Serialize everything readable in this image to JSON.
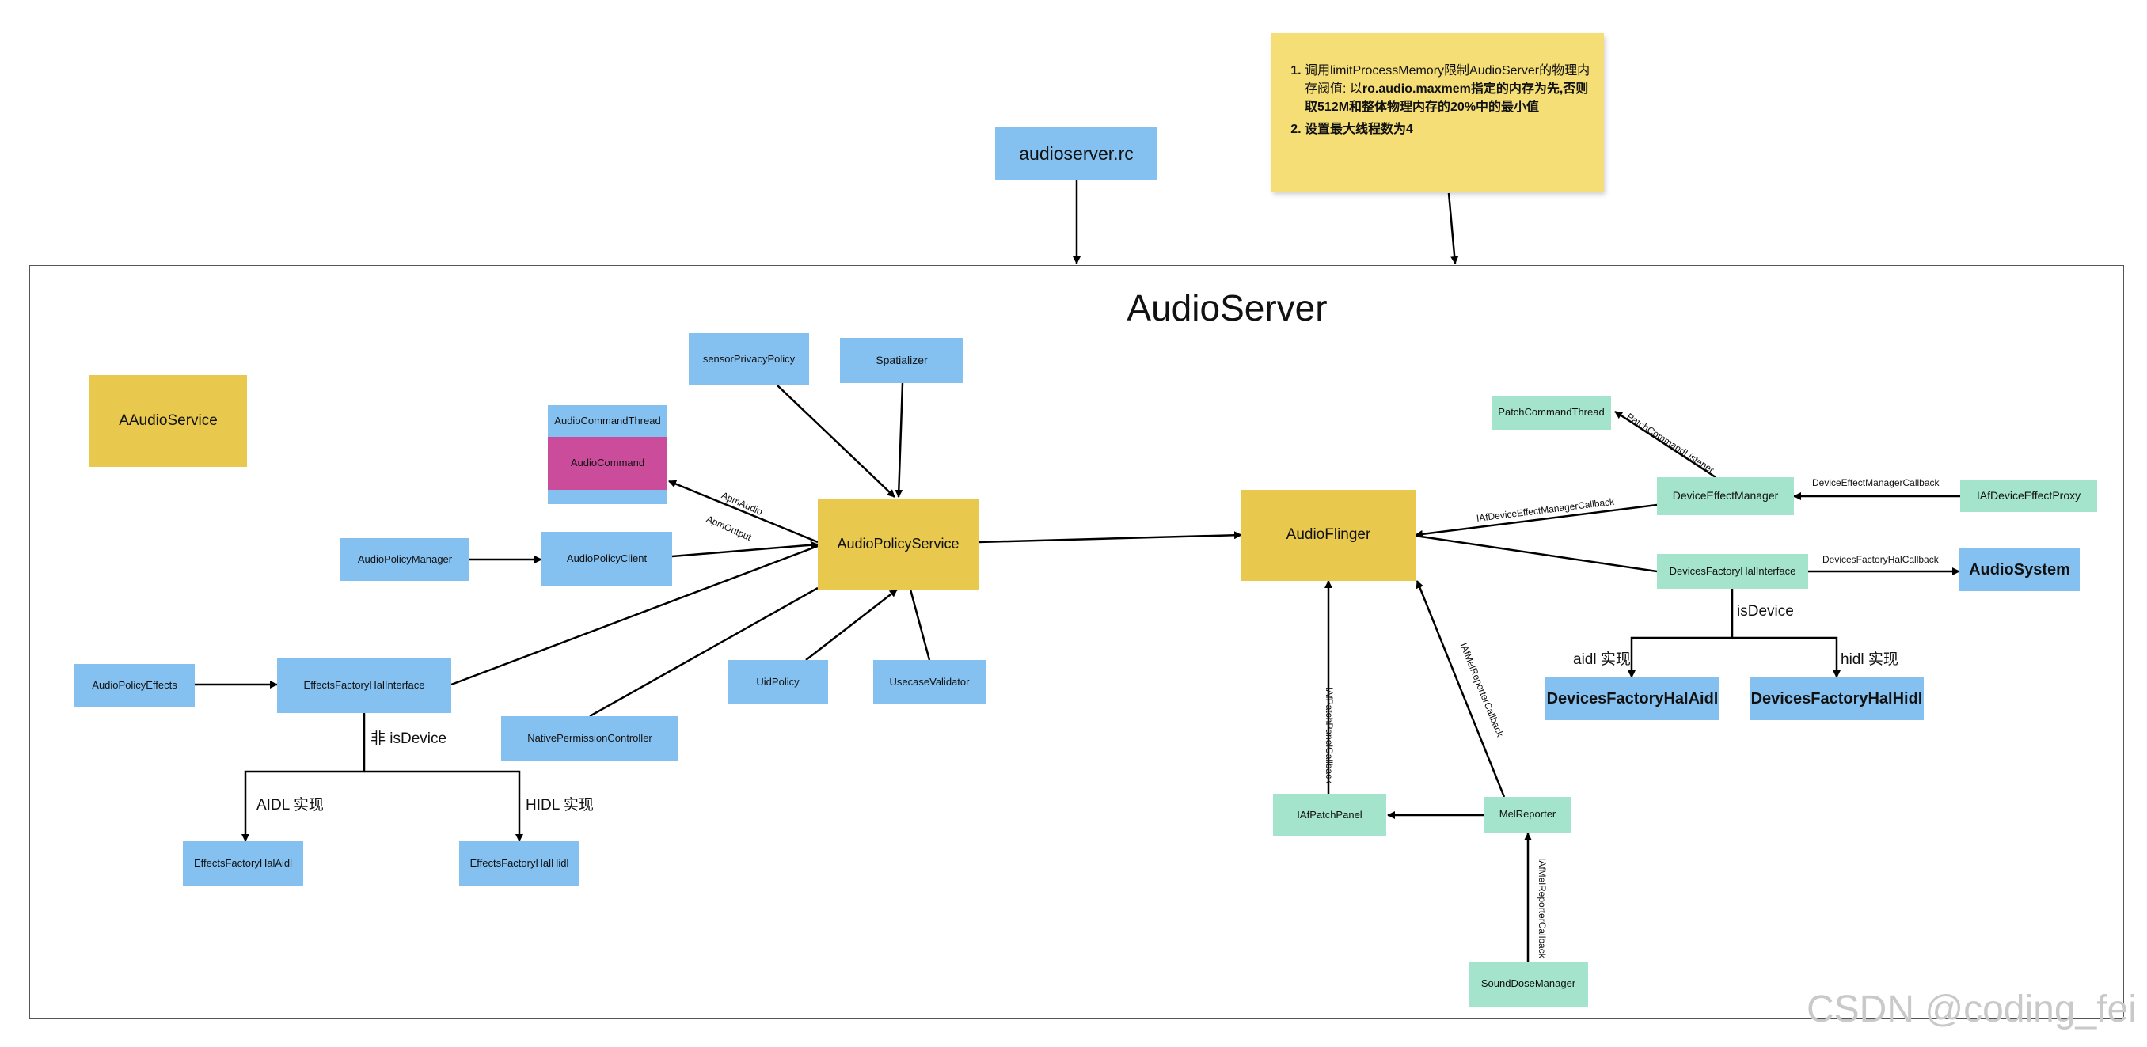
{
  "title": "AudioServer",
  "note": {
    "item1_a": "调用limitProcessMemory限制AudioServer的物理内存阀值: 以",
    "item1_b": "ro.audio.maxmem指定的内存为先,否则取512M和整体物理内存的20%中的最小值",
    "item2": "设置最大线程数为4"
  },
  "nodes": {
    "audioserver_rc": "audioserver.rc",
    "aaudio_service": "AAudioService",
    "sensor_privacy_policy": "sensorPrivacyPolicy",
    "spatializer": "Spatializer",
    "audio_command_thread": "AudioCommandThread",
    "audio_command": "AudioCommand",
    "audio_policy_manager": "AudioPolicyManager",
    "audio_policy_client": "AudioPolicyClient",
    "audio_policy_service": "AudioPolicyService",
    "audio_policy_effects": "AudioPolicyEffects",
    "effects_factory_hal_interface": "EffectsFactoryHalInterface",
    "effects_factory_hal_aidl": "EffectsFactoryHalAidl",
    "effects_factory_hal_hidl": "EffectsFactoryHalHidl",
    "native_permission_controller": "NativePermissionController",
    "uid_policy": "UidPolicy",
    "usecase_validator": "UsecaseValidator",
    "audio_flinger": "AudioFlinger",
    "patch_command_thread": "PatchCommandThread",
    "device_effect_manager": "DeviceEffectManager",
    "iaf_device_effect_proxy": "IAfDeviceEffectProxy",
    "devices_factory_hal_interface": "DevicesFactoryHalInterface",
    "audio_system": "AudioSystem",
    "devices_factory_hal_aidl": "DevicesFactoryHalAidl",
    "devices_factory_hal_hidl": "DevicesFactoryHalHidl",
    "iaf_patch_panel": "IAfPatchPanel",
    "mel_reporter": "MelReporter",
    "sound_dose_manager": "SoundDoseManager"
  },
  "edge_labels": {
    "apm_audio": "ApmAudio",
    "apm_output": "ApmOutput",
    "non_is_device": "非 isDevice",
    "aidl_impl": "AIDL 实现",
    "hidl_impl": "HIDL 实现",
    "patch_command_listener": "PatchCommandListener",
    "iaf_device_effect_manager_callback": "IAfDeviceEffectManagerCallback",
    "device_effect_manager_callback": "DeviceEffectManagerCallback",
    "devices_factory_hal_callback": "DevicesFactoryHalCallback",
    "is_device": "isDevice",
    "aidl_impl_lower": "aidl 实现",
    "hidl_impl_lower": "hidl 实现",
    "iaf_patch_panel_callback": "IAfPatchPanelCallback",
    "iaf_mel_reporter_callback_1": "IAfMelReporterCallback",
    "iaf_mel_reporter_callback_2": "IAfMelReporterCallback"
  },
  "colors": {
    "blue_box": "#84c1f0",
    "gold_box": "#e8c94d",
    "mint_box": "#a4e3cc",
    "pink_box": "#cc4c9c",
    "sticky_note": "#f5de75"
  },
  "watermark": "CSDN @coding_fei"
}
